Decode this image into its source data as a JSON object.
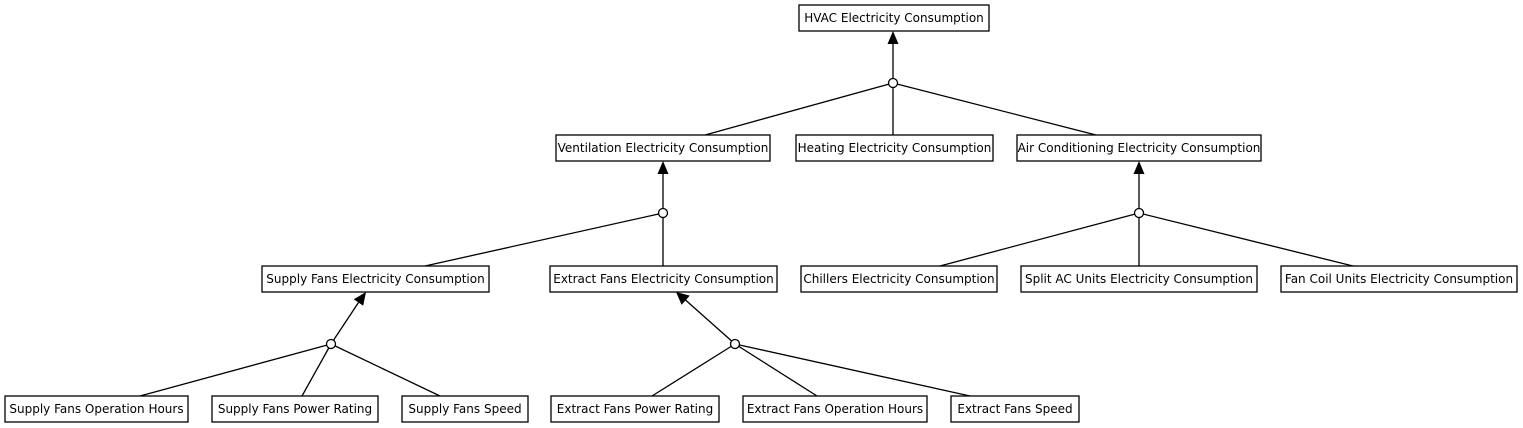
{
  "diagram": {
    "nodes": {
      "hvac": "HVAC Electricity Consumption",
      "ventilation": "Ventilation Electricity Consumption",
      "heating": "Heating Electricity Consumption",
      "air_conditioning": "Air Conditioning Electricity Consumption",
      "supply_fans": "Supply Fans Electricity Consumption",
      "extract_fans": "Extract Fans Electricity Consumption",
      "chillers": "Chillers Electricity Consumption",
      "split_ac": "Split AC Units Electricity Consumption",
      "fan_coil": "Fan Coil Units Electricity Consumption",
      "supply_hours": "Supply Fans Operation Hours",
      "supply_power": "Supply Fans Power Rating",
      "supply_speed": "Supply Fans Speed",
      "extract_power": "Extract Fans Power Rating",
      "extract_hours": "Extract Fans Operation Hours",
      "extract_speed": "Extract Fans Speed"
    },
    "hierarchy": [
      {
        "parent": "hvac",
        "children": [
          "ventilation",
          "heating",
          "air_conditioning"
        ]
      },
      {
        "parent": "ventilation",
        "children": [
          "supply_fans",
          "extract_fans"
        ]
      },
      {
        "parent": "air_conditioning",
        "children": [
          "chillers",
          "split_ac",
          "fan_coil"
        ]
      },
      {
        "parent": "supply_fans",
        "children": [
          "supply_hours",
          "supply_power",
          "supply_speed"
        ]
      },
      {
        "parent": "extract_fans",
        "children": [
          "extract_power",
          "extract_hours",
          "extract_speed"
        ]
      }
    ],
    "colors": {
      "stroke": "#000000",
      "fill": "#ffffff",
      "text": "#000000"
    }
  }
}
